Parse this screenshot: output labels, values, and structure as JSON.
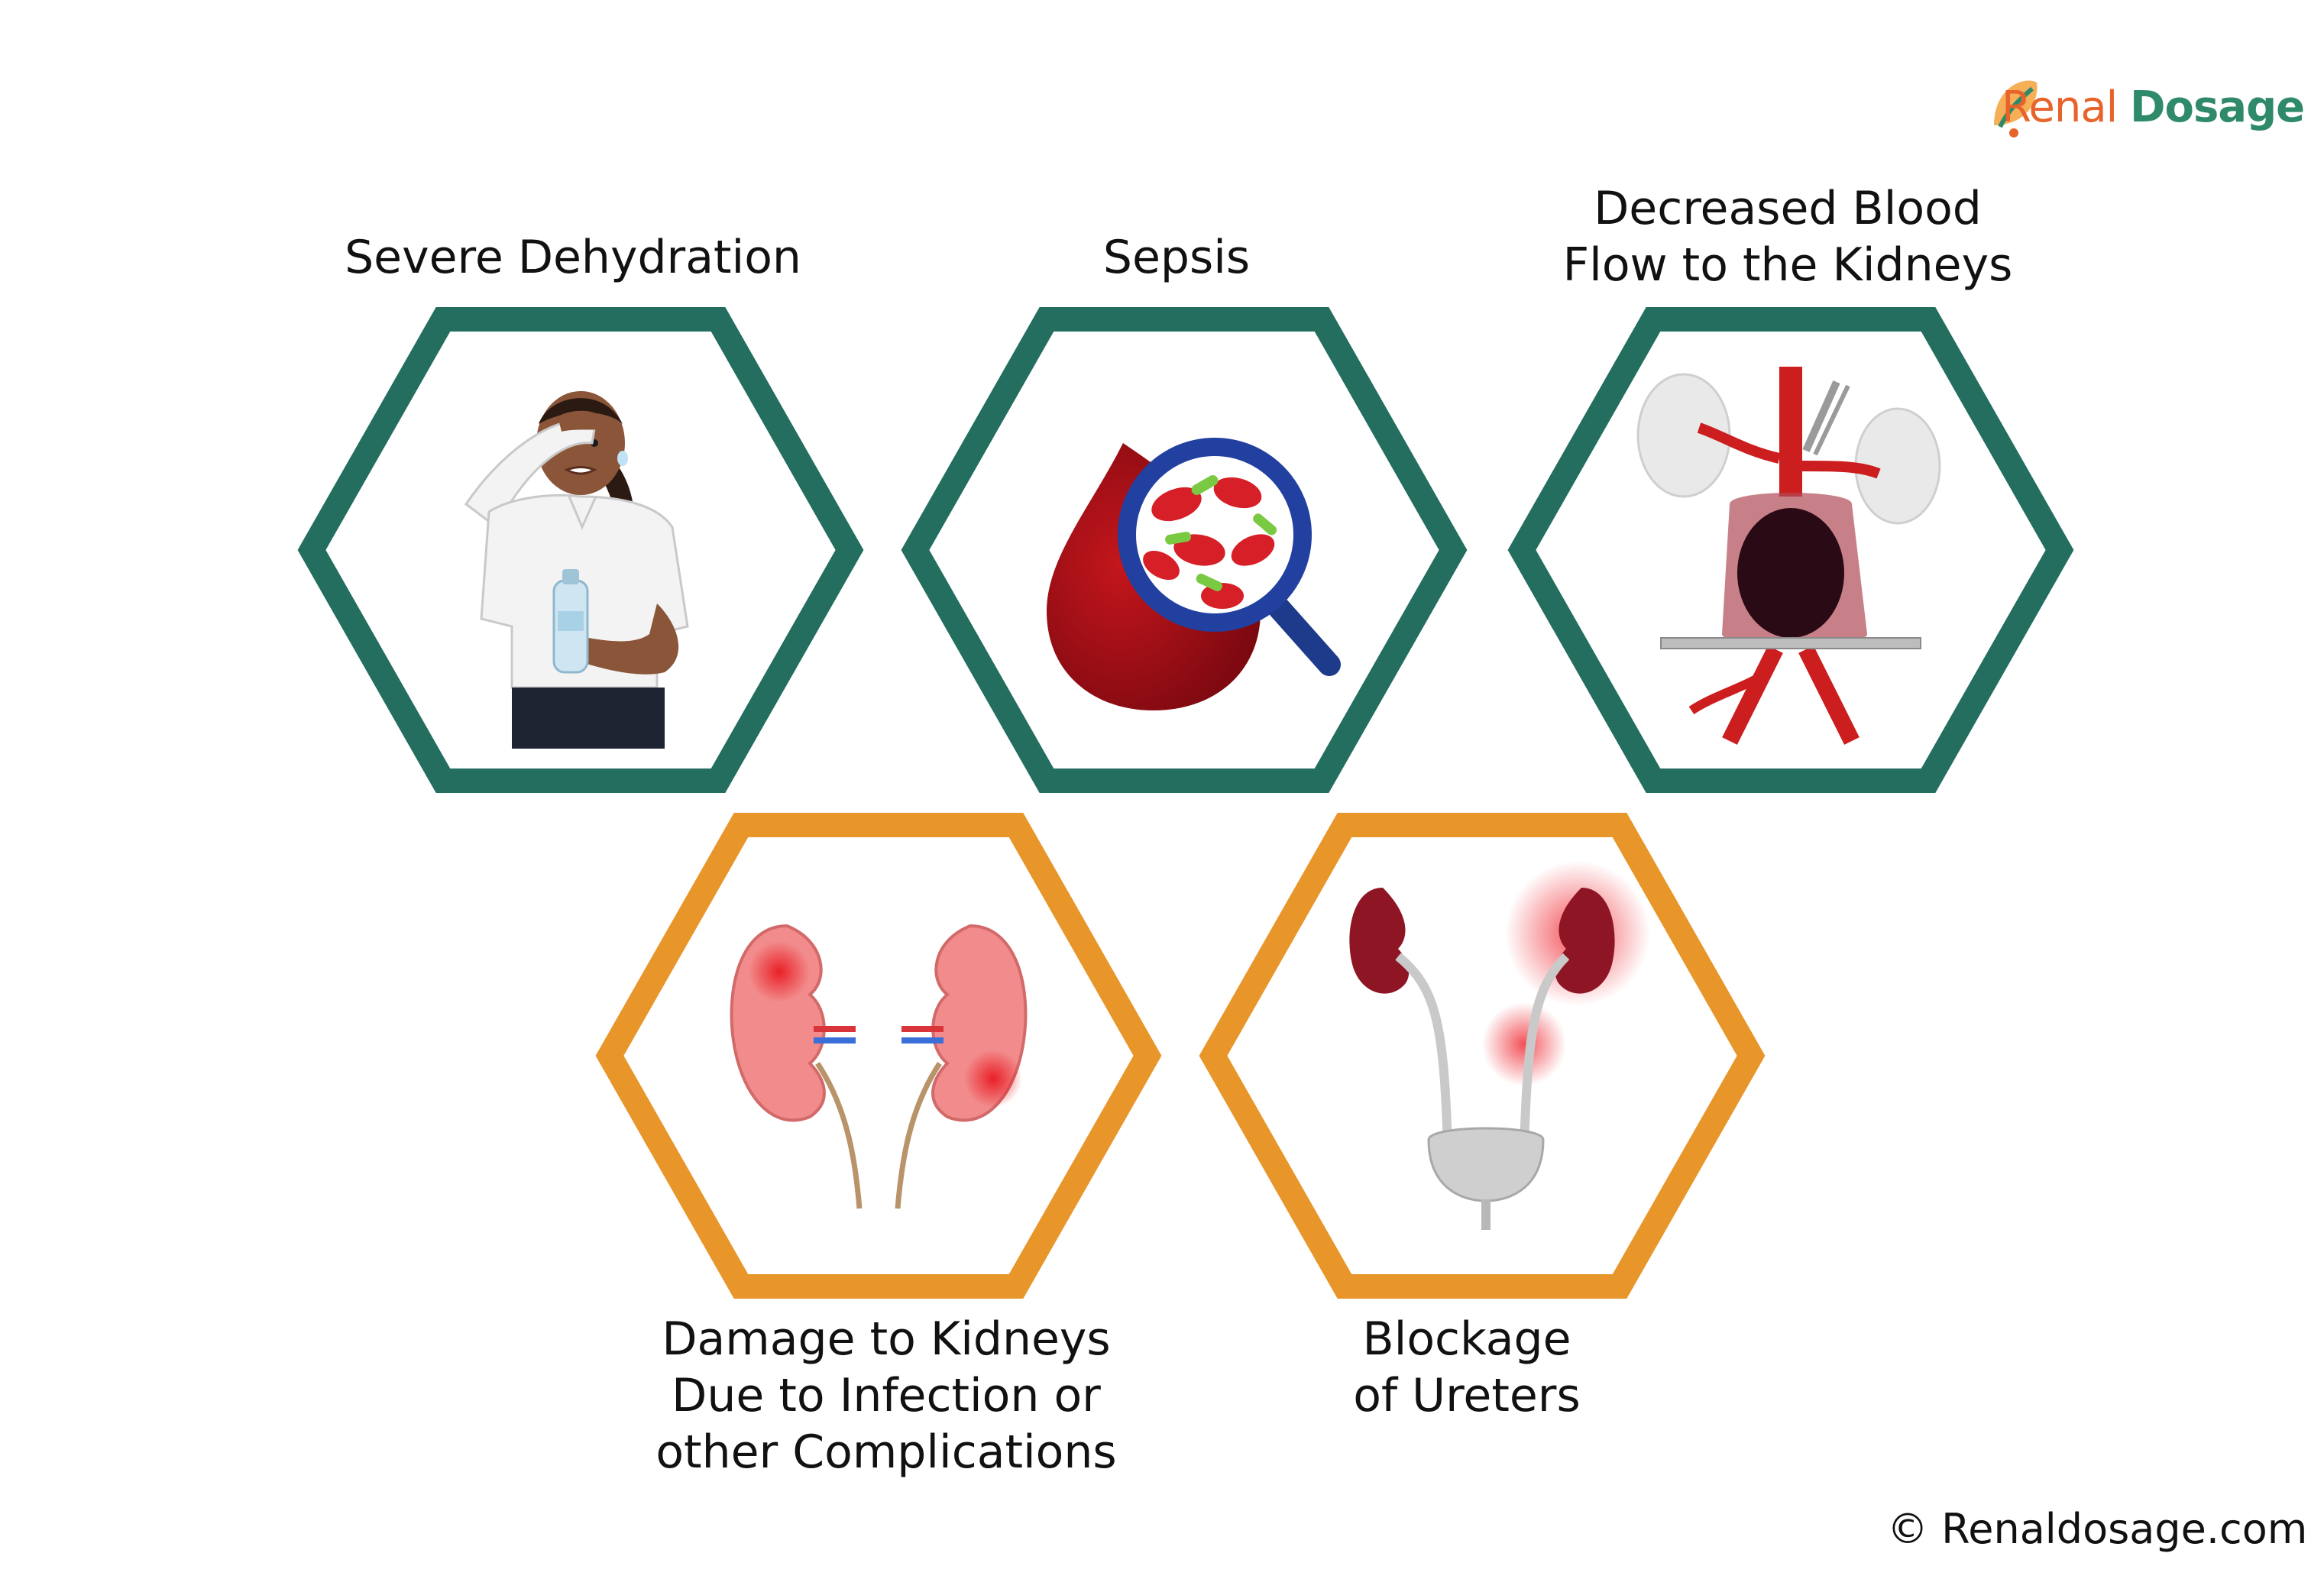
{
  "brand": {
    "word1": "Renal",
    "word2": "Dosage",
    "colors": {
      "word1": "#e8632b",
      "word2": "#2f8a6a"
    }
  },
  "causes": [
    {
      "label": "Severe Dehydration",
      "icon": "dehydrated-person-icon",
      "frame_color": "#246e5f"
    },
    {
      "label": "Sepsis",
      "icon": "blood-drop-bacteria-icon",
      "frame_color": "#246e5f"
    },
    {
      "label": "Decreased Blood\nFlow to the Kidneys",
      "icon": "aorta-clamp-icon",
      "frame_color": "#246e5f"
    },
    {
      "label": "Damage to Kidneys\nDue to Infection or\nother Complications",
      "icon": "inflamed-kidneys-icon",
      "frame_color": "#e8952a"
    },
    {
      "label": "Blockage\nof Ureters",
      "icon": "blocked-ureter-icon",
      "frame_color": "#e8952a"
    }
  ],
  "copyright": "© Renaldosage.com"
}
